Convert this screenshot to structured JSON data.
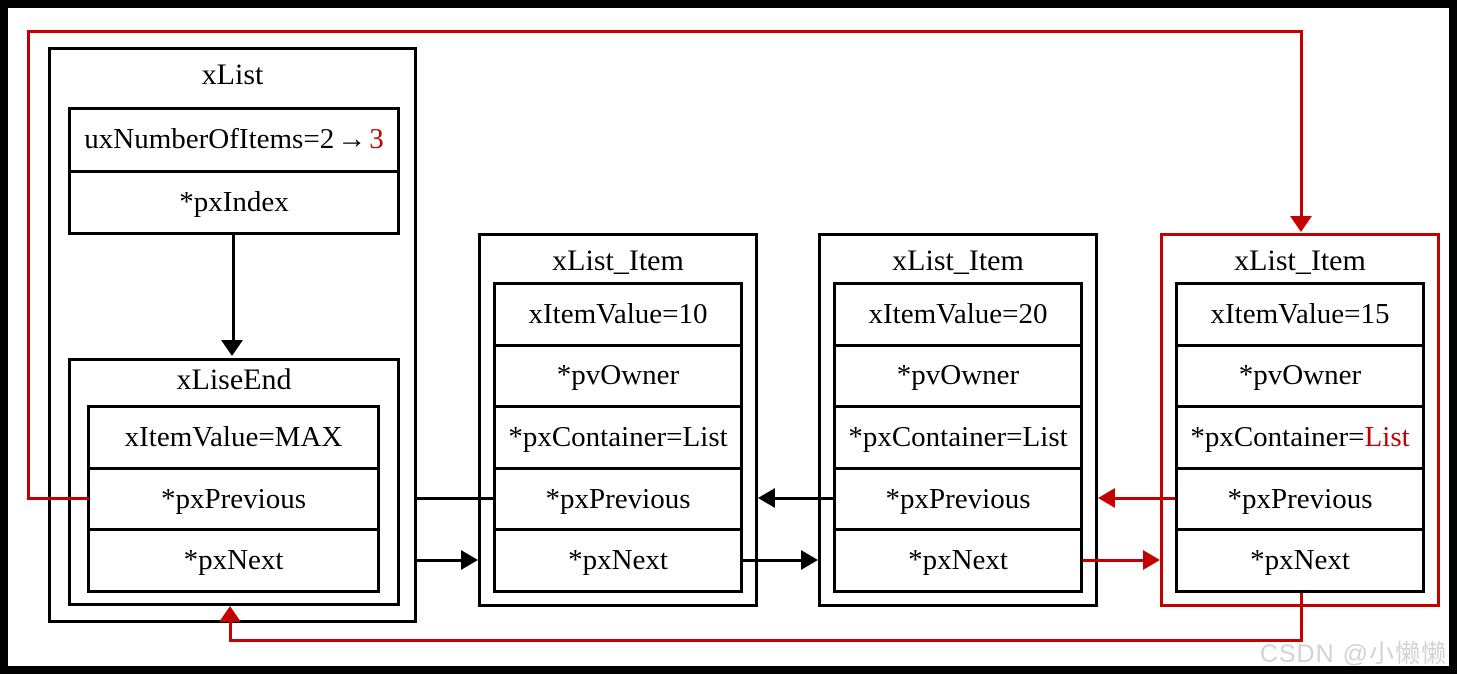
{
  "watermark": "CSDN @小懒懒",
  "colors": {
    "red_accent": "#c40000",
    "line_black": "#000000",
    "watermark_gray": "#d3d3d3",
    "background": "#ffffff"
  },
  "xlist": {
    "title": "xList",
    "num_items_text": "uxNumberOfItems=2",
    "num_items_change_arrow": "→",
    "num_items_new_value": "3",
    "px_index": "*pxIndex"
  },
  "xlistend": {
    "title": "xLiseEnd",
    "item_value": "xItemValue=MAX",
    "px_previous": "*pxPrevious",
    "px_next": "*pxNext"
  },
  "items": [
    {
      "title": "xList_Item",
      "item_value": "xItemValue=10",
      "pv_owner": "*pvOwner",
      "px_container_prefix": "*pxContainer=",
      "px_container_value": "List",
      "px_previous": "*pxPrevious",
      "px_next": "*pxNext"
    },
    {
      "title": "xList_Item",
      "item_value": "xItemValue=20",
      "pv_owner": "*pvOwner",
      "px_container_prefix": "*pxContainer=",
      "px_container_value": "List",
      "px_previous": "*pxPrevious",
      "px_next": "*pxNext"
    },
    {
      "title": "xList_Item",
      "item_value": "xItemValue=15",
      "pv_owner": "*pvOwner",
      "px_container_prefix": "*pxContainer=",
      "px_container_value": "List",
      "px_previous": "*pxPrevious",
      "px_next": "*pxNext"
    }
  ]
}
